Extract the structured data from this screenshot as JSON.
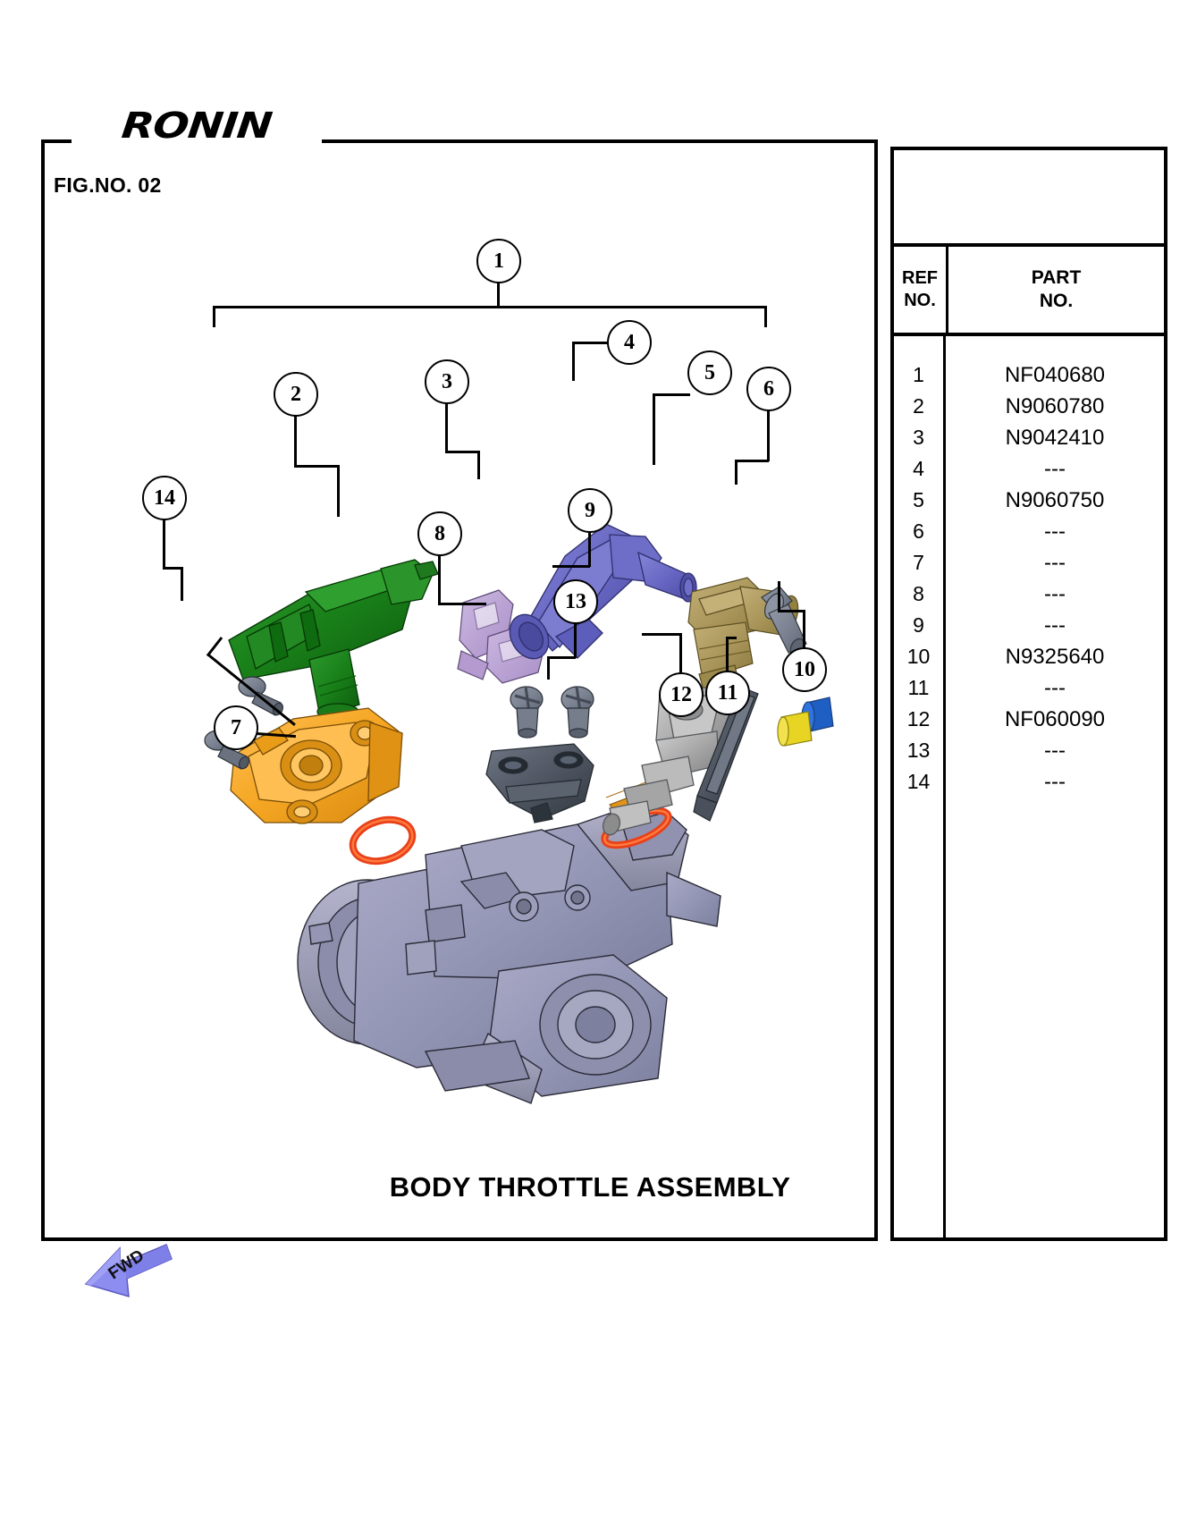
{
  "brand": {
    "logo_text": "RONIN"
  },
  "drawing": {
    "figure_label": "FIG.NO. 02",
    "title": "BODY THROTTLE ASSEMBLY",
    "direction_marker": "FWD"
  },
  "callouts": [
    {
      "id": "1",
      "label": "1"
    },
    {
      "id": "2",
      "label": "2"
    },
    {
      "id": "3",
      "label": "3"
    },
    {
      "id": "4",
      "label": "4"
    },
    {
      "id": "5",
      "label": "5"
    },
    {
      "id": "6",
      "label": "6"
    },
    {
      "id": "7",
      "label": "7"
    },
    {
      "id": "8",
      "label": "8"
    },
    {
      "id": "9",
      "label": "9"
    },
    {
      "id": "10",
      "label": "10"
    },
    {
      "id": "11",
      "label": "11"
    },
    {
      "id": "12",
      "label": "12"
    },
    {
      "id": "13",
      "label": "13"
    },
    {
      "id": "14",
      "label": "14"
    }
  ],
  "parts_table": {
    "headers": {
      "ref": "REF",
      "ref2": "NO.",
      "part": "PART",
      "part2": "NO."
    },
    "rows": [
      {
        "ref": "1",
        "part": "NF040680"
      },
      {
        "ref": "2",
        "part": "N9060780"
      },
      {
        "ref": "3",
        "part": "N9042410"
      },
      {
        "ref": "4",
        "part": "---"
      },
      {
        "ref": "5",
        "part": "N9060750"
      },
      {
        "ref": "6",
        "part": "---"
      },
      {
        "ref": "7",
        "part": "---"
      },
      {
        "ref": "8",
        "part": "---"
      },
      {
        "ref": "9",
        "part": "---"
      },
      {
        "ref": "10",
        "part": "N9325640"
      },
      {
        "ref": "11",
        "part": "---"
      },
      {
        "ref": "12",
        "part": "NF060090"
      },
      {
        "ref": "13",
        "part": "---"
      },
      {
        "ref": "14",
        "part": "---"
      }
    ]
  },
  "colors": {
    "throttle_body": "#9a9ab8",
    "sensor_green": "#1f7a1f",
    "valve_blue": "#6a6ac4",
    "clip_lavender": "#b9a3d4",
    "housing_orange": "#f5a623",
    "oring_red": "#e8411a",
    "fitting_tan": "#a89458",
    "bolt_gray": "#7b8393",
    "injector_gray": "#b0b0b0",
    "fwd_arrow": "#8d8df0",
    "blue_bolt": "#1f5fc4",
    "yellow_bolt": "#e8d422"
  }
}
